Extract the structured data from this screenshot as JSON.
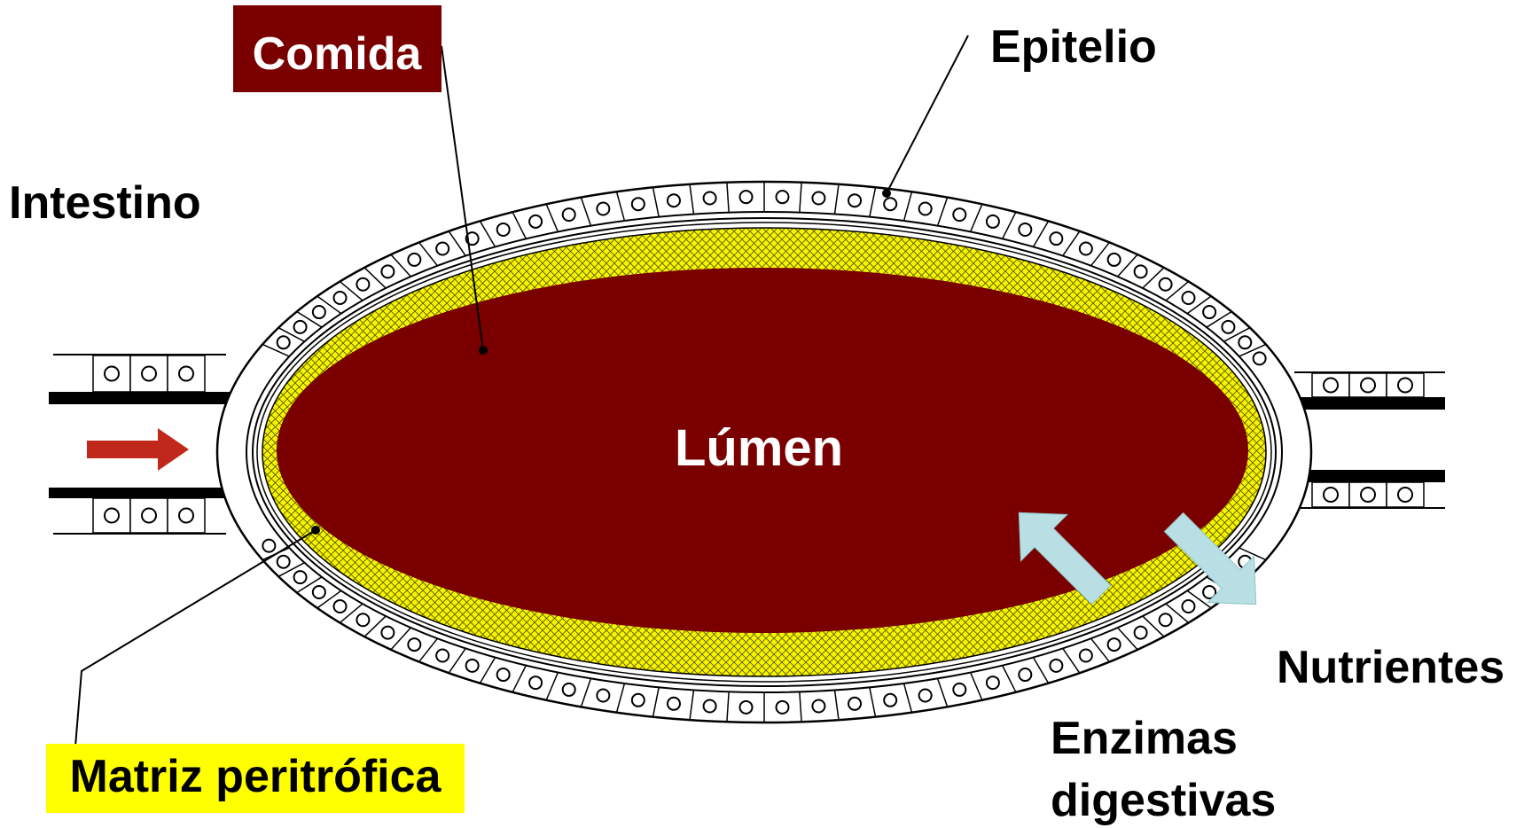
{
  "labels": {
    "comida": "Comida",
    "epitelio": "Epitelio",
    "intestino": "Intestino",
    "lumen": "Lúmen",
    "matriz": "Matriz peritrófica",
    "nutrientes": "Nutrientes",
    "enzimas_line1": "Enzimas",
    "enzimas_line2": "digestivas"
  },
  "colors": {
    "food": "#7a0000",
    "matrix": "#f7f400",
    "matrix_badge": "#ffff00",
    "flow_arrow": "#c0281c",
    "exchange_arrow": "#b8e0e4",
    "ink": "#000000"
  },
  "icons": {
    "flow_arrow": "right-arrow-icon",
    "enzymes_arrow": "up-left-arrow-icon",
    "nutrients_arrow": "down-right-arrow-icon"
  }
}
